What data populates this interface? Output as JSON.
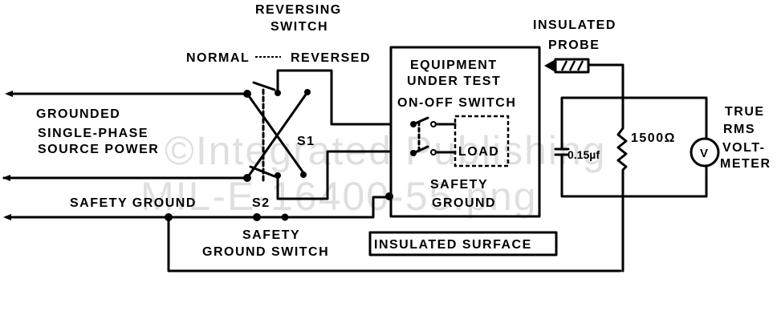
{
  "labels": {
    "reversing_switch_1": "REVERSING",
    "reversing_switch_2": "SWITCH",
    "normal": "NORMAL",
    "reversed": "REVERSED",
    "source_1": "GROUNDED",
    "source_2": "SINGLE-PHASE",
    "source_3": "SOURCE POWER",
    "s1": "S1",
    "s2": "S2",
    "safety_ground": "SAFETY GROUND",
    "sgs_1": "SAFETY",
    "sgs_2": "GROUND SWITCH",
    "eut_1": "EQUIPMENT",
    "eut_2": "UNDER TEST",
    "onoff": "ON-OFF SWITCH",
    "load": "LOAD",
    "eut_sg_1": "SAFETY",
    "eut_sg_2": "GROUND",
    "insulated_surface": "INSULATED SURFACE",
    "probe_1": "INSULATED",
    "probe_2": "PROBE",
    "capacitor": "0.15µf",
    "resistor": "1500Ω",
    "voltmeter_symbol": "V",
    "vm_1": "TRUE",
    "vm_2": "RMS",
    "vm_3": "VOLT-",
    "vm_4": "METER"
  },
  "watermark": {
    "line1": "©Integrated Publishing",
    "line2": "MIL-E-16400-55.png"
  }
}
